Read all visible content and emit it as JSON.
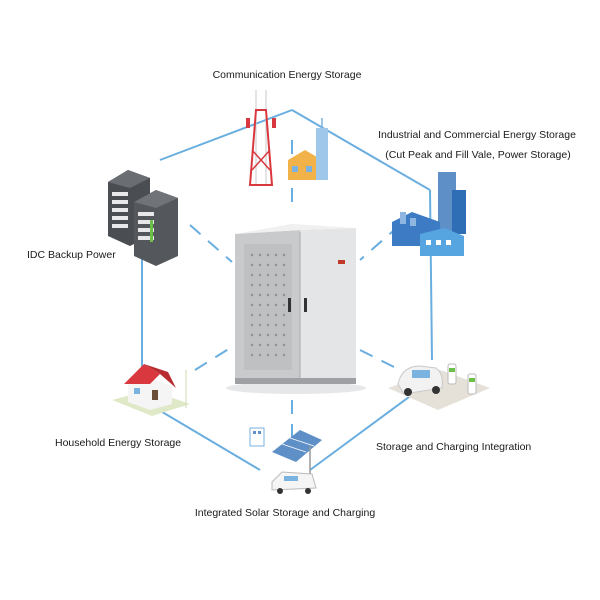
{
  "applications": {
    "communication": "Communication Energy Storage",
    "industrial_line1": "Industrial and Commercial Energy Storage",
    "industrial_line2": "(Cut Peak and Fill Vale, Power Storage)",
    "idc": "IDC Backup Power",
    "household": "Household Energy Storage",
    "charging": "Storage and Charging Integration",
    "solar": "Integrated Solar Storage and Charging"
  },
  "colors": {
    "connector": "#6aaee0",
    "cabinet": "#d8d9db",
    "cabinet_shadow": "#a9abae",
    "server": "#4a4d52",
    "accent_green": "#6cc04a",
    "roof_red": "#d9393e"
  },
  "icons": [
    "telecom-tower-icon",
    "factory-icon",
    "server-rack-icon",
    "house-icon",
    "ev-charging-icon",
    "solar-carport-icon",
    "energy-cabinet-icon"
  ]
}
